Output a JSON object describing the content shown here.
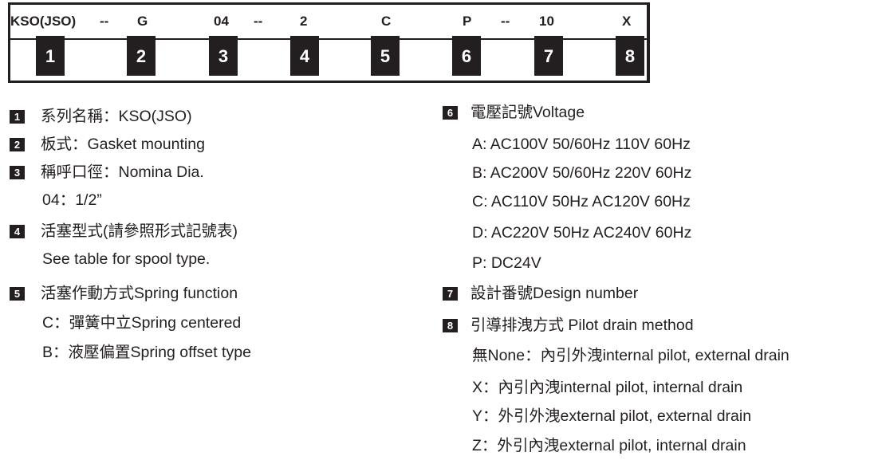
{
  "model_code": {
    "segments": [
      "KSO(JSO)",
      "--",
      "G",
      "04",
      "--",
      "2",
      "C",
      "P",
      "--",
      "10",
      "X"
    ],
    "positions": [
      "1",
      "2",
      "3",
      "4",
      "5",
      "6",
      "7",
      "8"
    ]
  },
  "left": [
    {
      "badge": "1",
      "text": "系列名稱：KSO(JSO)"
    },
    {
      "badge": "2",
      "text": "板式：Gasket mounting"
    },
    {
      "badge": "3",
      "text": "稱呼口徑：Nomina Dia."
    },
    {
      "badge": "",
      "text": "04：1/2”"
    },
    {
      "badge": "4",
      "text": "活塞型式(請參照形式記號表)"
    },
    {
      "badge": "",
      "text": "See table for spool type."
    },
    {
      "badge": "5",
      "text": "活塞作動方式Spring function"
    },
    {
      "badge": "",
      "text": "C：彈簧中立Spring centered"
    },
    {
      "badge": "",
      "text": "B：液壓偏置Spring offset type"
    }
  ],
  "right": [
    {
      "badge": "6",
      "text": "電壓記號Voltage"
    },
    {
      "badge": "",
      "text": "A: AC100V  50/60Hz  110V  60Hz"
    },
    {
      "badge": "",
      "text": "B: AC200V  50/60Hz  220V  60Hz"
    },
    {
      "badge": "",
      "text": "C: AC110V  50Hz  AC120V  60Hz"
    },
    {
      "badge": "",
      "text": "D: AC220V  50Hz  AC240V  60Hz"
    },
    {
      "badge": "",
      "text": "P: DC24V"
    },
    {
      "badge": "7",
      "text": "設計番號Design number"
    },
    {
      "badge": "8",
      "text": "引導排洩方式 Pilot drain method"
    },
    {
      "badge": "",
      "text": "無None：內引外洩internal pilot, external drain"
    },
    {
      "badge": "",
      "text": "X：內引內洩internal pilot, internal drain"
    },
    {
      "badge": "",
      "text": "Y：外引外洩external pilot, external drain"
    },
    {
      "badge": "",
      "text": "Z：外引內洩external pilot, internal drain"
    }
  ]
}
